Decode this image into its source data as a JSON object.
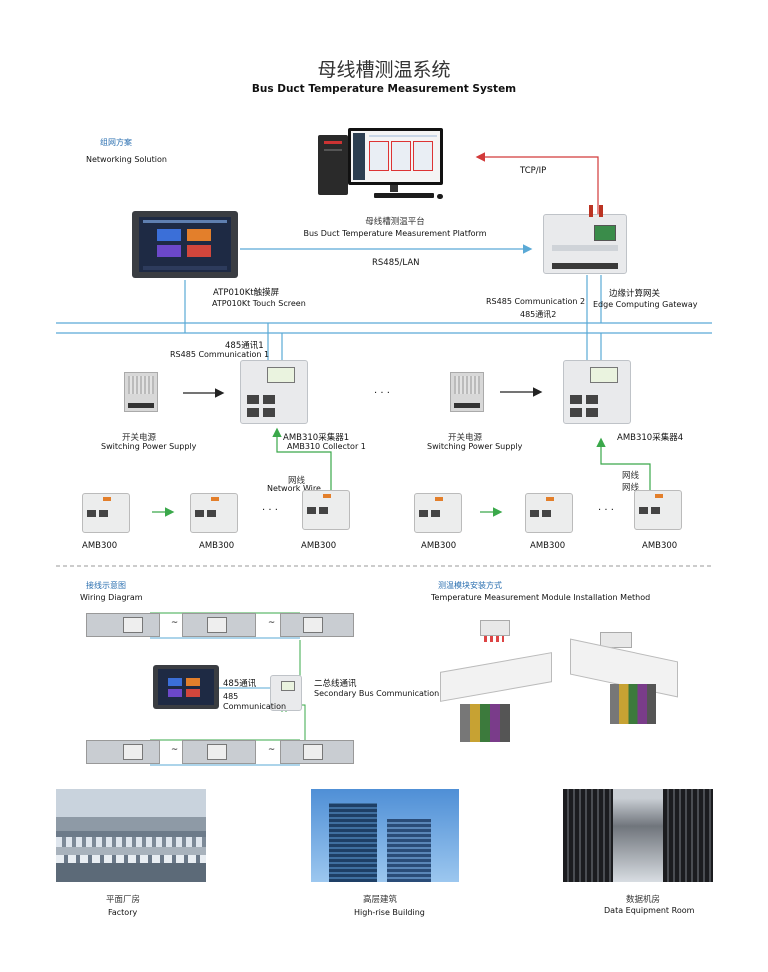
{
  "title": {
    "cn": "母线槽测温系统",
    "en": "Bus Duct Temperature Measurement System"
  },
  "networking": {
    "cn": "组网方案",
    "en": "Networking Solution"
  },
  "platform": {
    "cn": "母线槽测温平台",
    "en": "Bus Duct Temperature Measurement Platform"
  },
  "tcpip": "TCP/IP",
  "rs485lan": "RS485/LAN",
  "touch": {
    "cn": "ATP010Kt触摸屏",
    "en": "ATP010Kt Touch Screen"
  },
  "gateway": {
    "cn": "边缘计算网关",
    "en": "Edge Computing Gateway"
  },
  "rs485c2": {
    "en": "RS485 Communication 2",
    "cn": "485通讯2"
  },
  "rs485c1": {
    "cn": "485通讯1",
    "en": "RS485 Communication 1"
  },
  "psu": {
    "cn": "开关电源",
    "en": "Switching Power Supply"
  },
  "collector1": {
    "cn": "AMB310采集器1",
    "en": "AMB310 Collector 1"
  },
  "collector4": {
    "cn": "AMB310采集器4"
  },
  "netwire": {
    "cn": "网线",
    "en": "Network Wire"
  },
  "netwire2": {
    "cn": "网线",
    "cn2": "网线"
  },
  "ellipsis": "· · ·",
  "amb300": "AMB300",
  "wiring": {
    "cn": "接线示意图",
    "en": "Wiring Diagram"
  },
  "install": {
    "cn": "测温模块安装方式",
    "en": "Temperature Measurement Module Installation Method"
  },
  "comm485": {
    "cn": "485通讯",
    "en1": "485",
    "en2": "Communication"
  },
  "secondary": {
    "cn": "二总线通讯",
    "en": "Secondary Bus Communication"
  },
  "tilde": "~",
  "factory": {
    "cn": "平面厂房",
    "en": "Factory"
  },
  "building": {
    "cn": "高层建筑",
    "en": "High-rise Building"
  },
  "dataroom": {
    "cn": "数据机房",
    "en": "Data Equipment Room"
  },
  "colors": {
    "bus": "#5aa9d6",
    "arrow_red": "#d23a3a",
    "arrow_green": "#3aa84a",
    "heading_blue": "#2a6fb0"
  }
}
